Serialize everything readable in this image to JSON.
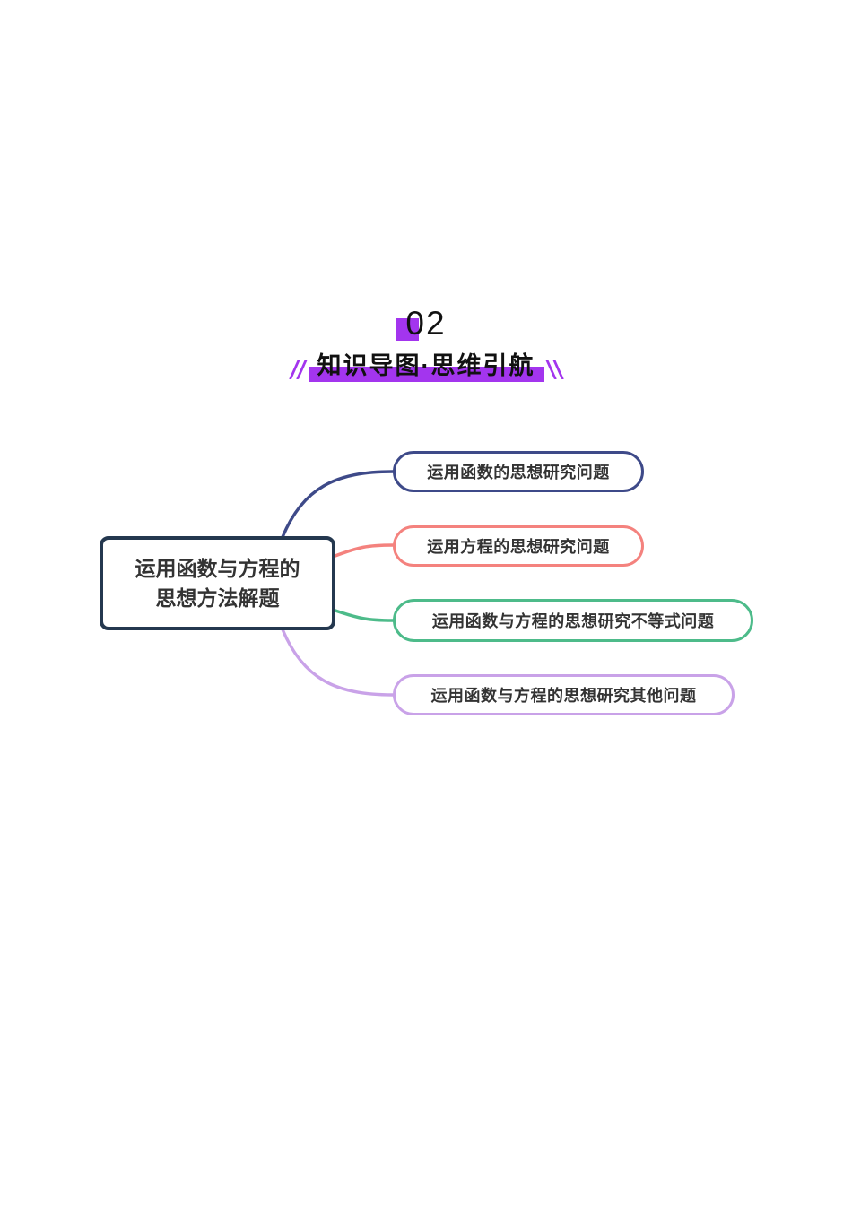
{
  "header": {
    "number": "02",
    "title": "知识导图·思维引航"
  },
  "mindmap": {
    "root": {
      "line1": "运用函数与方程的",
      "line2": "思想方法解题"
    },
    "branches": [
      {
        "label": "运用函数的思想研究问题",
        "color": "#3E4A89"
      },
      {
        "label": "运用方程的思想研究问题",
        "color": "#F4827E"
      },
      {
        "label": "运用函数与方程的思想研究不等式问题",
        "color": "#4DBB8A"
      },
      {
        "label": "运用函数与方程的思想研究其他问题",
        "color": "#C9A2E8"
      }
    ]
  },
  "colors": {
    "accent_purple": "#A335EE",
    "root_border": "#24384F",
    "text_dark": "#333333",
    "header_text": "#111111",
    "background": "#FFFFFF"
  }
}
